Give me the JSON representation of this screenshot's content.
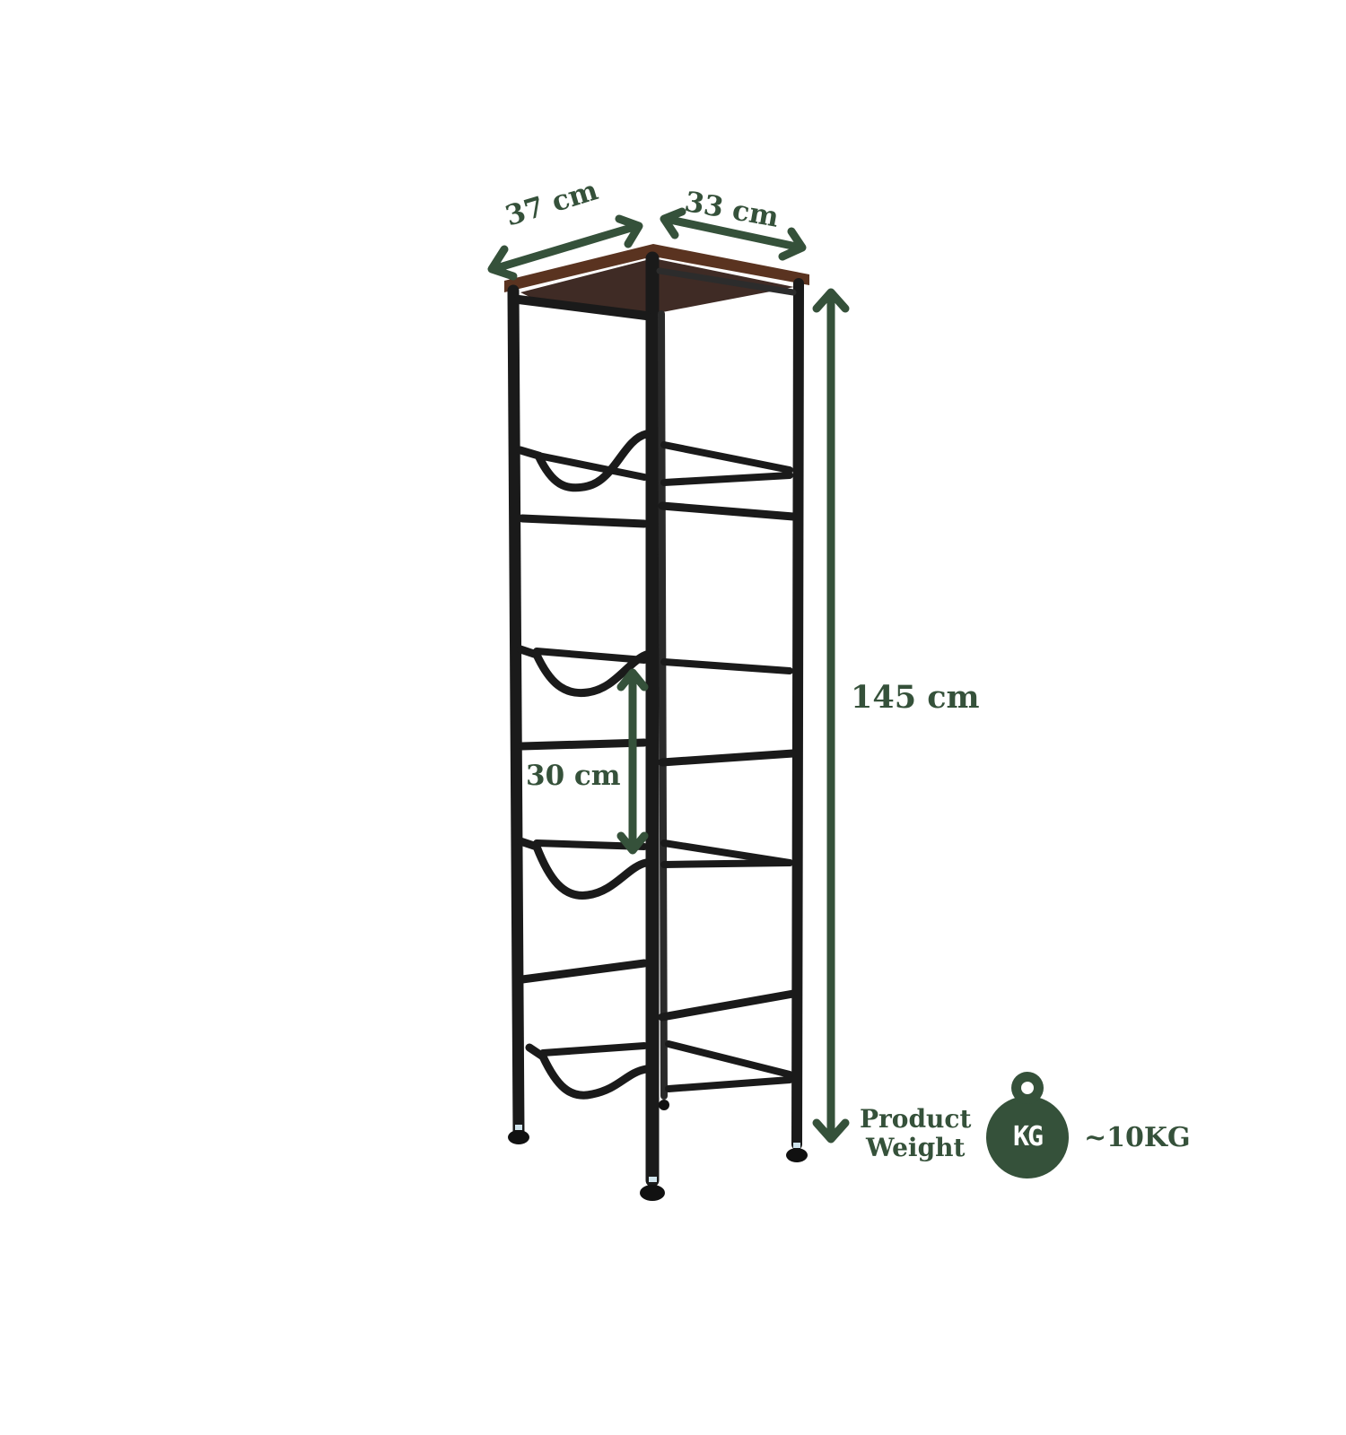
{
  "product": {
    "name": "Metal wine rack with wooden top",
    "frame_color": "#1c1c1c",
    "top_color": "#4a2a1c"
  },
  "dimensions": {
    "width": {
      "value": 37,
      "unit": "cm",
      "label": "37 cm"
    },
    "depth": {
      "value": 33,
      "unit": "cm",
      "label": "33 cm"
    },
    "height": {
      "value": 145,
      "unit": "cm",
      "label": "145 cm"
    },
    "shelf_spacing": {
      "value": 30,
      "unit": "cm",
      "label": "30 cm"
    }
  },
  "weight": {
    "label_line1": "Product",
    "label_line2": "Weight",
    "icon_text": "KG",
    "value": "~10KG"
  },
  "colors": {
    "accent": "#35513a",
    "background": "#ffffff"
  },
  "icons": [
    "double-arrow-icon",
    "weight-kg-icon"
  ]
}
